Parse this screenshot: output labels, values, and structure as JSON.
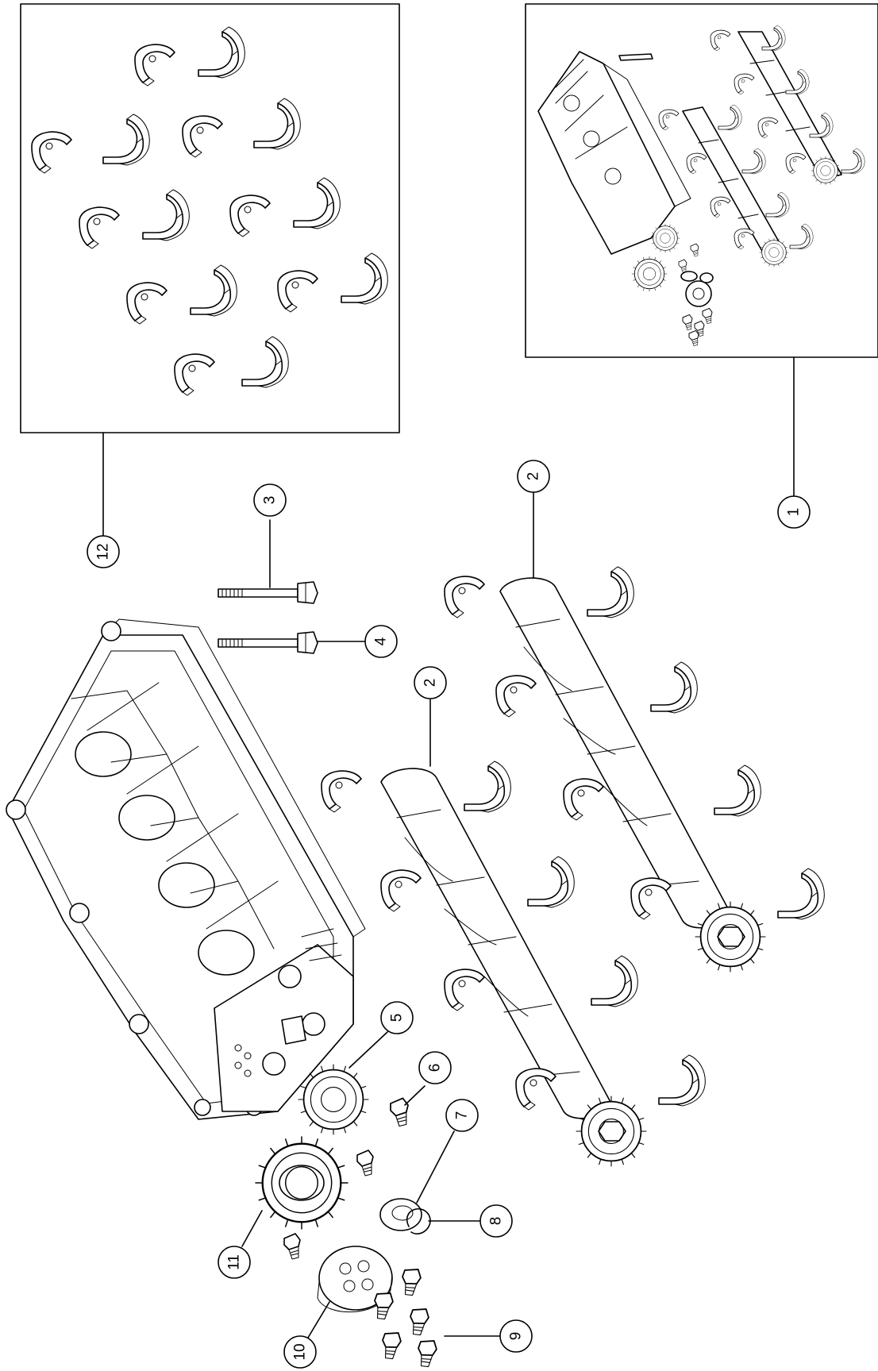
{
  "callouts": [
    {
      "id": "1",
      "text": "1"
    },
    {
      "id": "2a",
      "text": "2"
    },
    {
      "id": "2b",
      "text": "2"
    },
    {
      "id": "3",
      "text": "3"
    },
    {
      "id": "4",
      "text": "4"
    },
    {
      "id": "5",
      "text": "5"
    },
    {
      "id": "6",
      "text": "6"
    },
    {
      "id": "7",
      "text": "7"
    },
    {
      "id": "8",
      "text": "8"
    },
    {
      "id": "9",
      "text": "9"
    },
    {
      "id": "10",
      "text": "10"
    },
    {
      "id": "11",
      "text": "11"
    },
    {
      "id": "12",
      "text": "12"
    }
  ],
  "icons": [
    "bearing-shell-kit-icon",
    "cylinder-head-assembly-icon",
    "camshaft-icon",
    "bolt-icon",
    "gear-icon",
    "seal-icon",
    "circlip-icon",
    "cover-icon"
  ]
}
